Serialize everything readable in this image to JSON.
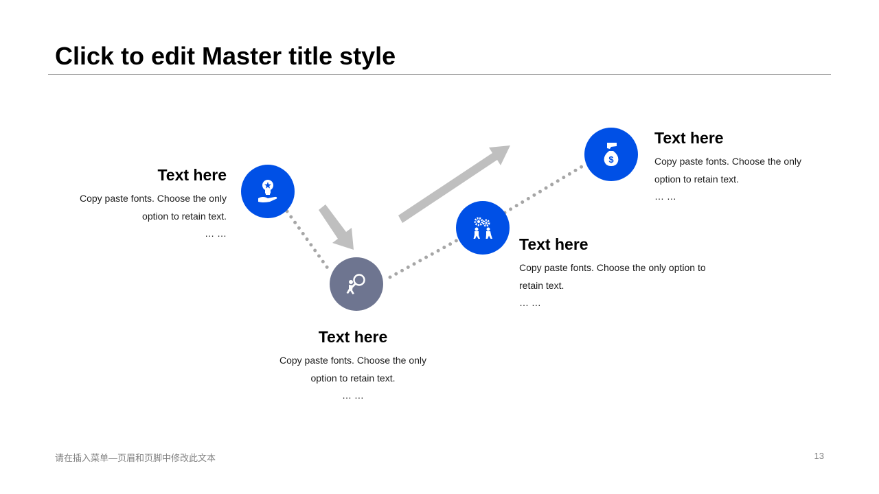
{
  "slide": {
    "title": "Click to edit Master title style",
    "footer_text": "请在插入菜单—页眉和页脚中修改此文本",
    "page_number": "13"
  },
  "colors": {
    "accent_blue": "#0050e6",
    "accent_gray": "#6e7590",
    "connector": "#a6a6a6",
    "arrow": "#bfbfbf",
    "text": "#000000"
  },
  "steps": [
    {
      "icon": "lightbulb-hand-icon",
      "heading": "Text here",
      "body_line1": "Copy paste fonts. Choose the only",
      "body_line2": "option to retain text.",
      "ellipsis": "… …"
    },
    {
      "icon": "magnifier-person-icon",
      "heading": "Text here",
      "body_line1": "Copy paste fonts. Choose the only",
      "body_line2": "option to retain text.",
      "ellipsis": "… …"
    },
    {
      "icon": "gears-people-icon",
      "heading": "Text here",
      "body_line1": "Copy paste fonts. Choose the only option to",
      "body_line2": "retain text.",
      "ellipsis": "… …"
    },
    {
      "icon": "money-bag-hand-icon",
      "heading": "Text here",
      "body_line1": "Copy paste fonts. Choose the only",
      "body_line2": "option to retain text.",
      "ellipsis": "… …"
    }
  ]
}
